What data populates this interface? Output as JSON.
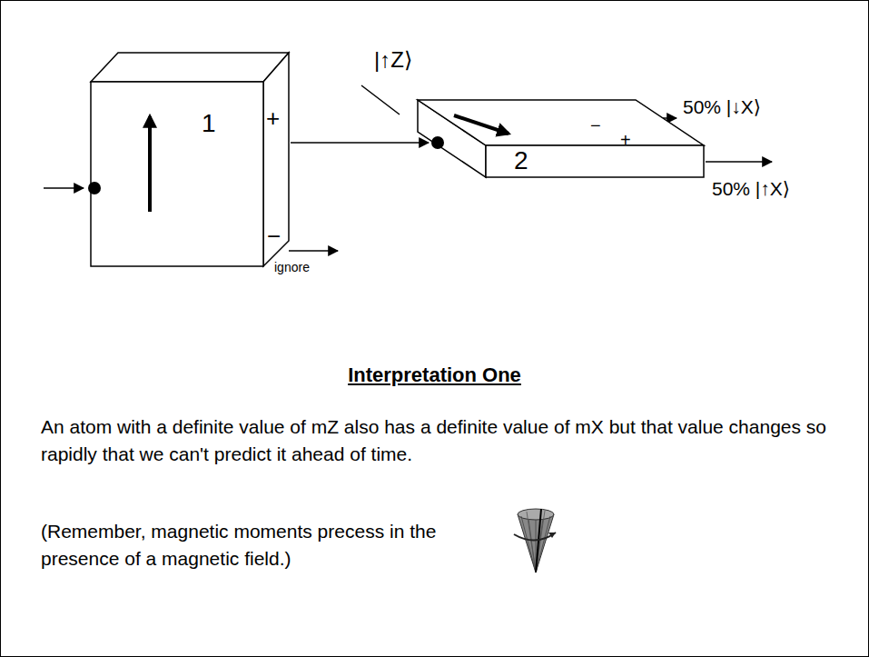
{
  "diagram": {
    "title": "Interpretation One",
    "nodes": [
      {
        "text": [
          "1",
          "+",
          "−"
        ]
      },
      {
        "text": [
          "2",
          "−",
          "+"
        ]
      }
    ],
    "edges": [
      {
        "from": 0,
        "to": 1,
        "arrow": "to"
      }
    ],
    "labels": [
      "|↑Z⟩",
      "50% |↓X⟩",
      "50% |↑X⟩",
      "ignore",
      "An atom with a definite value of mZ also has a definite value of mX but that value changes so rapidly that we can't predict it ahead of time.",
      "(Remember, magnetic moments precess in the presence of a magnetic field.)"
    ]
  }
}
